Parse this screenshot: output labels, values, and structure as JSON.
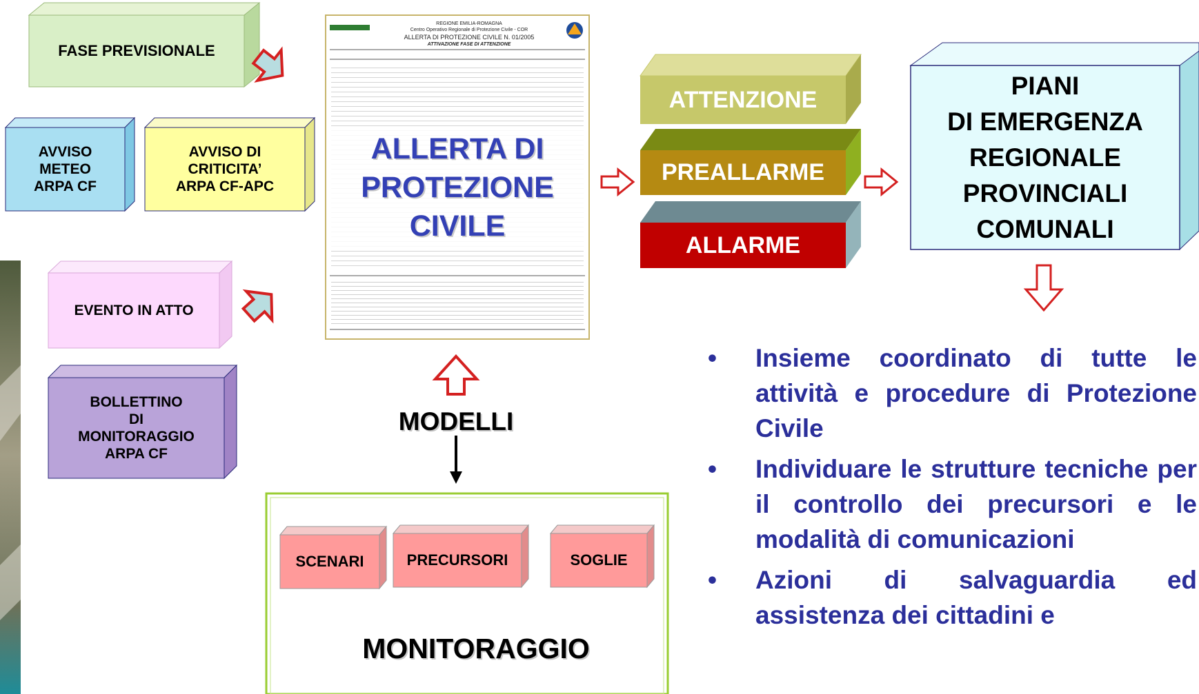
{
  "fase_previsionale": "FASE PREVISIONALE",
  "avviso_meteo": [
    "AVVISO",
    "METEO",
    "ARPA CF"
  ],
  "avviso_criticita": [
    "AVVISO DI",
    "CRITICITA’",
    "ARPA CF-APC"
  ],
  "evento_in_atto": "EVENTO IN ATTO",
  "bollettino": [
    "BOLLETTINO",
    "DI",
    "MONITORAGGIO",
    "ARPA CF"
  ],
  "document": {
    "header_lines": [
      "REGIONE EMILIA-ROMAGNA",
      "Centro Operativo Regionale di Protezione Civile - COR",
      "ALLERTA DI PROTEZIONE CIVILE N. 01/2005",
      "ATTIVAZIONE FASE DI ATTENZIONE"
    ],
    "title": [
      "ALLERTA DI",
      "PROTEZIONE",
      "CIVILE"
    ]
  },
  "modelli": "MODELLI",
  "model_boxes": [
    "SCENARI",
    "PRECURSORI",
    "SOGLIE"
  ],
  "monitoraggio": "MONITORAGGIO",
  "levels": [
    {
      "label": "ATTENZIONE",
      "color": "#c6c86a"
    },
    {
      "label": "PREALLARME",
      "color": "#b58a12"
    },
    {
      "label": "ALLARME",
      "color": "#c00000"
    }
  ],
  "piani": [
    "PIANI",
    "DI EMERGENZA",
    "REGIONALE",
    "PROVINCIALI",
    "COMUNALI"
  ],
  "bullets": [
    "Insieme coordinato di tutte le attività e procedure di Protezione Civile",
    "Individuare le strutture tecniche per il controllo dei precursori e le modalità di comunicazioni",
    "Azioni di salvaguardia ed assistenza dei cittadini e"
  ],
  "colors": {
    "text_blue": "#2b2f9a",
    "arrow_red": "#d42020",
    "arrow_fill": "#b8dde0"
  }
}
